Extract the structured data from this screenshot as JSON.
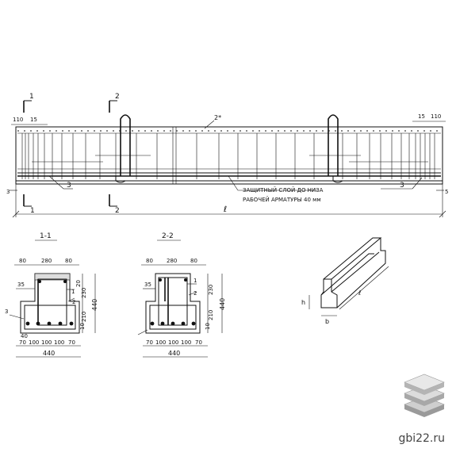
{
  "elevation": {
    "section_marks": {
      "s1": "1",
      "s2": "2"
    },
    "dims": {
      "d110_left": "110",
      "d15_left": "15",
      "d15_right": "15",
      "d110_right": "110",
      "d3_left": "3",
      "d5_right": "5",
      "length": "ℓ"
    },
    "callouts": {
      "bar_2": "2*",
      "bar_3_left": "3",
      "bar_3_right": "3"
    },
    "note_line1": "ЗАЩИТНЫЙ СЛОЙ ДО НИЗА",
    "note_line2": "РАБОЧЕЙ АРМАТУРЫ 40 мм"
  },
  "section_1_1": {
    "title": "1-1",
    "top_dims": [
      "80",
      "280",
      "80"
    ],
    "d35": "35",
    "right_dims": [
      "20",
      "230",
      "210",
      "10"
    ],
    "total_height": "440",
    "callouts": {
      "c1": "1",
      "c2": "2",
      "c3": "3"
    },
    "d40": "40",
    "bottom_dims": [
      "70",
      "100",
      "100",
      "100",
      "70"
    ],
    "total_width": "440"
  },
  "section_2_2": {
    "title": "2-2",
    "top_dims": [
      "80",
      "280",
      "80"
    ],
    "d35": "35",
    "right_dims": [
      "230",
      "210",
      "10"
    ],
    "total_height": "440",
    "callouts": {
      "c1": "1",
      "c2": "2"
    },
    "bottom_dims": [
      "70",
      "100",
      "100",
      "100",
      "70"
    ],
    "total_width": "440"
  },
  "isometric": {
    "h_label": "h",
    "b_label": "b",
    "l_label": "ℓ"
  },
  "watermark": "gbi22.ru"
}
